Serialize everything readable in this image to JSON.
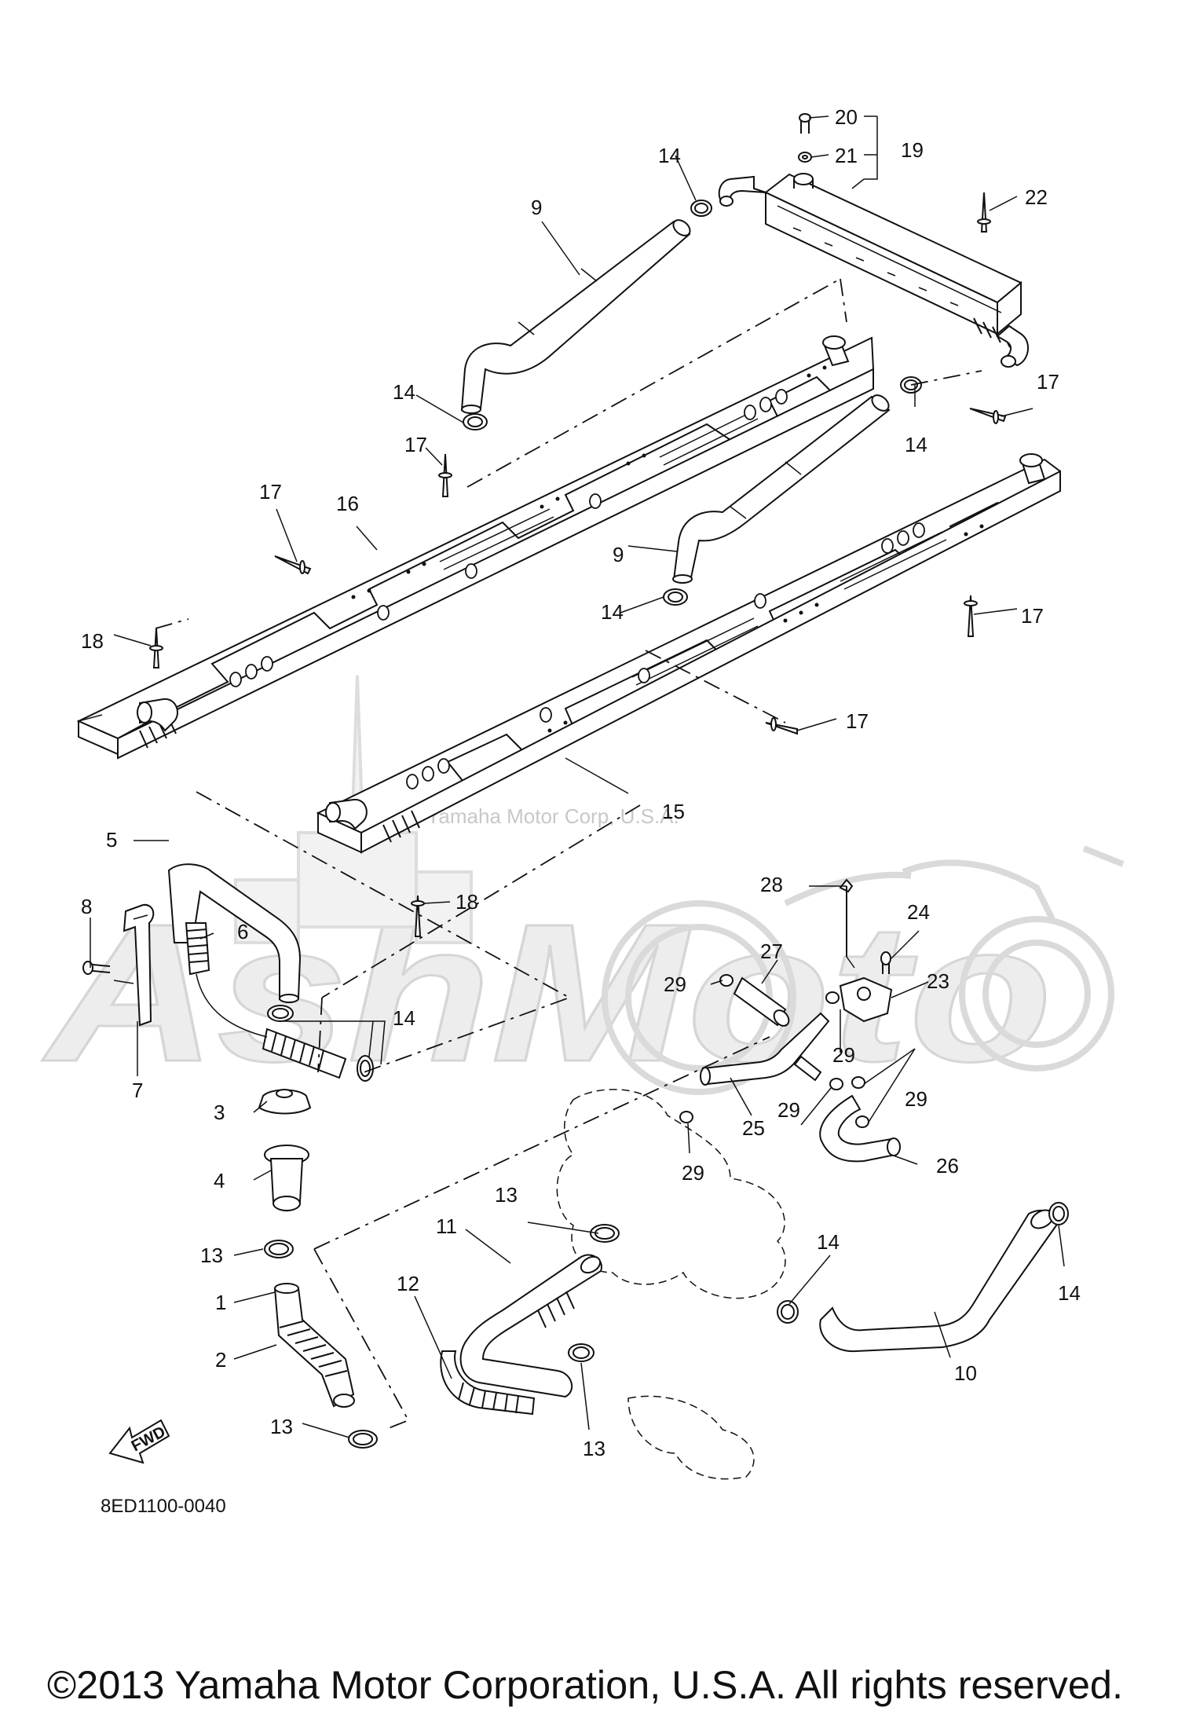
{
  "diagram": {
    "drawing_code": "8ED1100-0040",
    "copyright": "©2013 Yamaha Motor Corporation, U.S.A. All rights reserved.",
    "watermark_text": "Yamaha Motor Corp, U.S.A.",
    "watermark_logo": "AshMoto",
    "fwd_arrow_label": "FWD",
    "part_labels": [
      "1",
      "2",
      "3",
      "4",
      "5",
      "6",
      "7",
      "8",
      "9",
      "10",
      "11",
      "12",
      "13",
      "14",
      "15",
      "16",
      "17",
      "18",
      "19",
      "20",
      "21",
      "22",
      "23",
      "24",
      "25",
      "26",
      "27",
      "28",
      "29"
    ]
  }
}
